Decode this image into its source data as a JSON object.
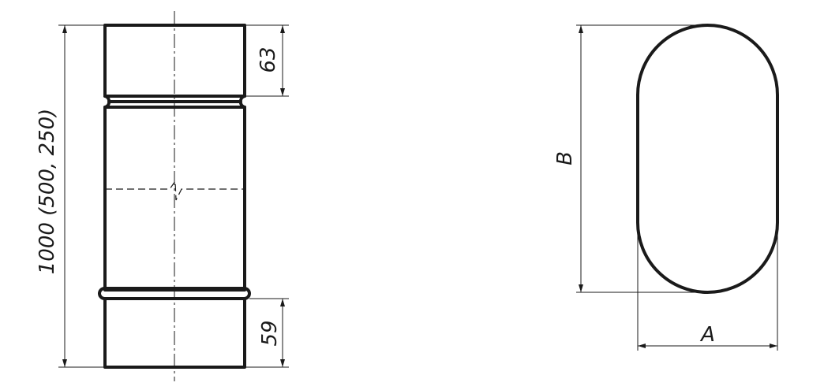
{
  "pipe_view": {
    "length_label": "1000 (500, 250)",
    "top_socket_label": "63",
    "bottom_socket_label": "59"
  },
  "section_view": {
    "height_label": "B",
    "width_label": "A"
  }
}
